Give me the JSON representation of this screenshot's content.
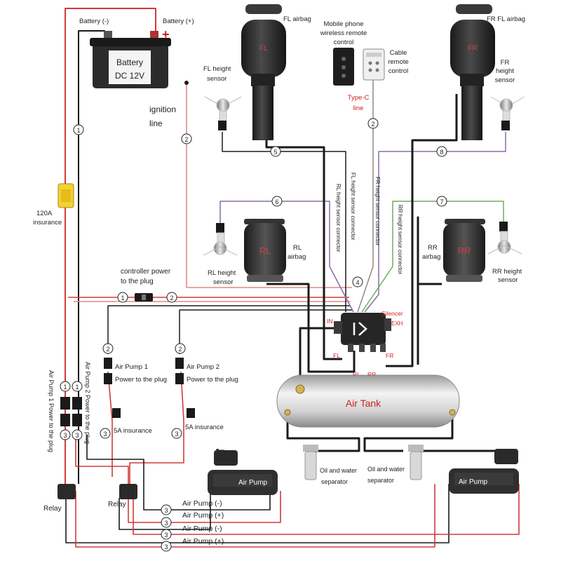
{
  "battery": {
    "neg_label": "Battery  (-)",
    "pos_label": "Battery (+)",
    "plus_sign": "+",
    "body_line1": "Battery",
    "body_line2": "DC 12V"
  },
  "fuse": {
    "line1": "120A",
    "line2": "insurance"
  },
  "ignition": {
    "line1": "ignition",
    "line2": "line"
  },
  "remote": {
    "mobile_line1": "Mobile phone",
    "mobile_line2": "wireless remote",
    "mobile_line3": "control",
    "cable_line1": "Cable",
    "cable_line2": "remote",
    "cable_line3": "control",
    "typec_line1": "Type-C",
    "typec_line2": "line"
  },
  "airbags": {
    "fl_label": "FL airbag",
    "fr_label": "FR FL airbag",
    "rl_label": "RL",
    "rl_side_1": "RL",
    "rl_side_2": "airbag",
    "rr_label": "RR",
    "rr_side_1": "RR",
    "rr_side_2": "airbag",
    "fl_mark": "FL",
    "fr_mark": "FR"
  },
  "sensors": {
    "fl_line1": "FL height",
    "fl_line2": "sensor",
    "fr_line1": "FR",
    "fr_line2": "height",
    "fr_line3": "sensor",
    "rl_line1": "RL height",
    "rl_line2": "sensor",
    "rr_line1": "RR height",
    "rr_line2": "sensor"
  },
  "connectors": {
    "fl": "FL height sensor connector",
    "rl": "RL height sensor connector",
    "fr": "FR height sensor connector",
    "rr": "RR height sensor connector"
  },
  "controller": {
    "power_line1": "controller power",
    "power_line2": "to the plug",
    "silencer": "Silencer",
    "port_in": "IN",
    "port_exh": "EXH",
    "port_fl": "FL",
    "port_fr": "FR",
    "port_rl": "RL",
    "port_rr": "RR"
  },
  "pump_plugs": {
    "p1_line1": "Air Pump 1",
    "p1_line2": "Power to the plug",
    "p2_line1": "Air Pump 2",
    "p2_line2": "Power to the plug",
    "fuse_5a_1": "5A insurance",
    "fuse_5a_2": "5A insurance",
    "vert_1": "Air Pump 1   Power to the plug",
    "vert_2": "Air Pump 2   Power to the plug"
  },
  "relays": {
    "relay_1": "Relay",
    "relay_2": "Relay"
  },
  "tank": {
    "label": "Air Tank"
  },
  "pumps": {
    "left_label": "Air Pump",
    "right_label": "Air Pump",
    "sep_left_1": "Oil and water",
    "sep_left_2": "separator",
    "sep_right_1": "Oil and water",
    "sep_right_2": "separator"
  },
  "bottom_wires": [
    "Air Pump (-)",
    "Air Pump (+)",
    "Air Pump (-)",
    "Air Pump (+)"
  ],
  "wire_numbers": {
    "n1": "1",
    "n2": "2",
    "n3": "3",
    "n4": "4",
    "n5": "5",
    "n6": "6",
    "n7": "7",
    "n8": "8"
  },
  "colors": {
    "wire_red": "#d23a3a",
    "wire_black": "#1a1a1a",
    "wire_pink": "#e08c8c",
    "wire_purple": "#8a6aa8",
    "wire_green": "#6ab05a",
    "wire_gray": "#8a8a8a",
    "fuse_yellow": "#f2d232",
    "airbag_dark": "#2a2a2a",
    "airbag_red": "#c84040"
  }
}
